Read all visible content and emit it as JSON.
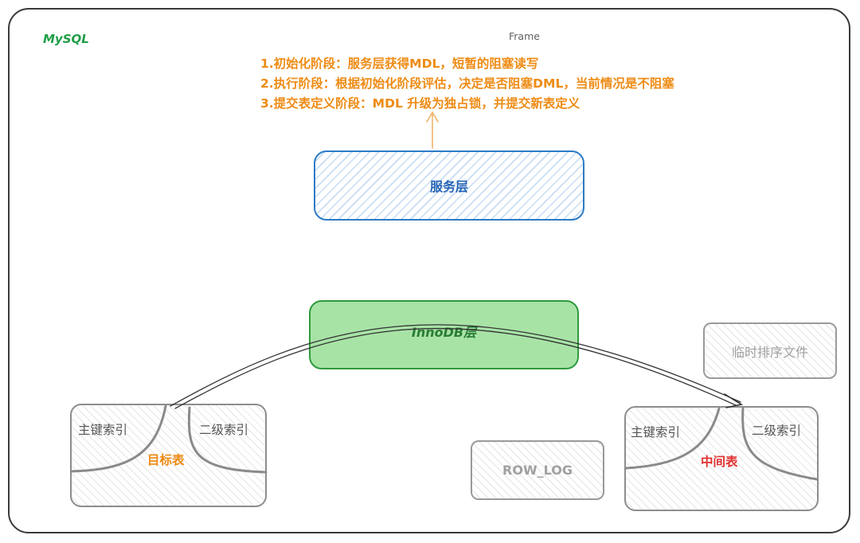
{
  "frame": {
    "label": "Frame"
  },
  "mysql": {
    "label": "MySQL"
  },
  "notes": [
    "1.初始化阶段：服务层获得MDL，短暂的阻塞读写",
    "2.执行阶段：根据初始化阶段评估，决定是否阻塞DML，当前情况是不阻塞",
    "3.提交表定义阶段：MDL 升级为独占锁，并提交新表定义"
  ],
  "service_layer": {
    "label": "服务层",
    "color": "#2b7bc5"
  },
  "innodb_layer": {
    "label": "InnoDB层",
    "color": "#2f9a3d"
  },
  "temp_sort_file": {
    "label": "临时排序文件"
  },
  "row_log": {
    "label": "ROW_LOG"
  },
  "target_table": {
    "name": "目标表",
    "name_color": "#ee8b14",
    "primary_index": "主键索引",
    "secondary_index": "二级索引"
  },
  "intermediate_table": {
    "name": "中间表",
    "name_color": "#e03131",
    "primary_index": "主键索引",
    "secondary_index": "二级索引"
  }
}
